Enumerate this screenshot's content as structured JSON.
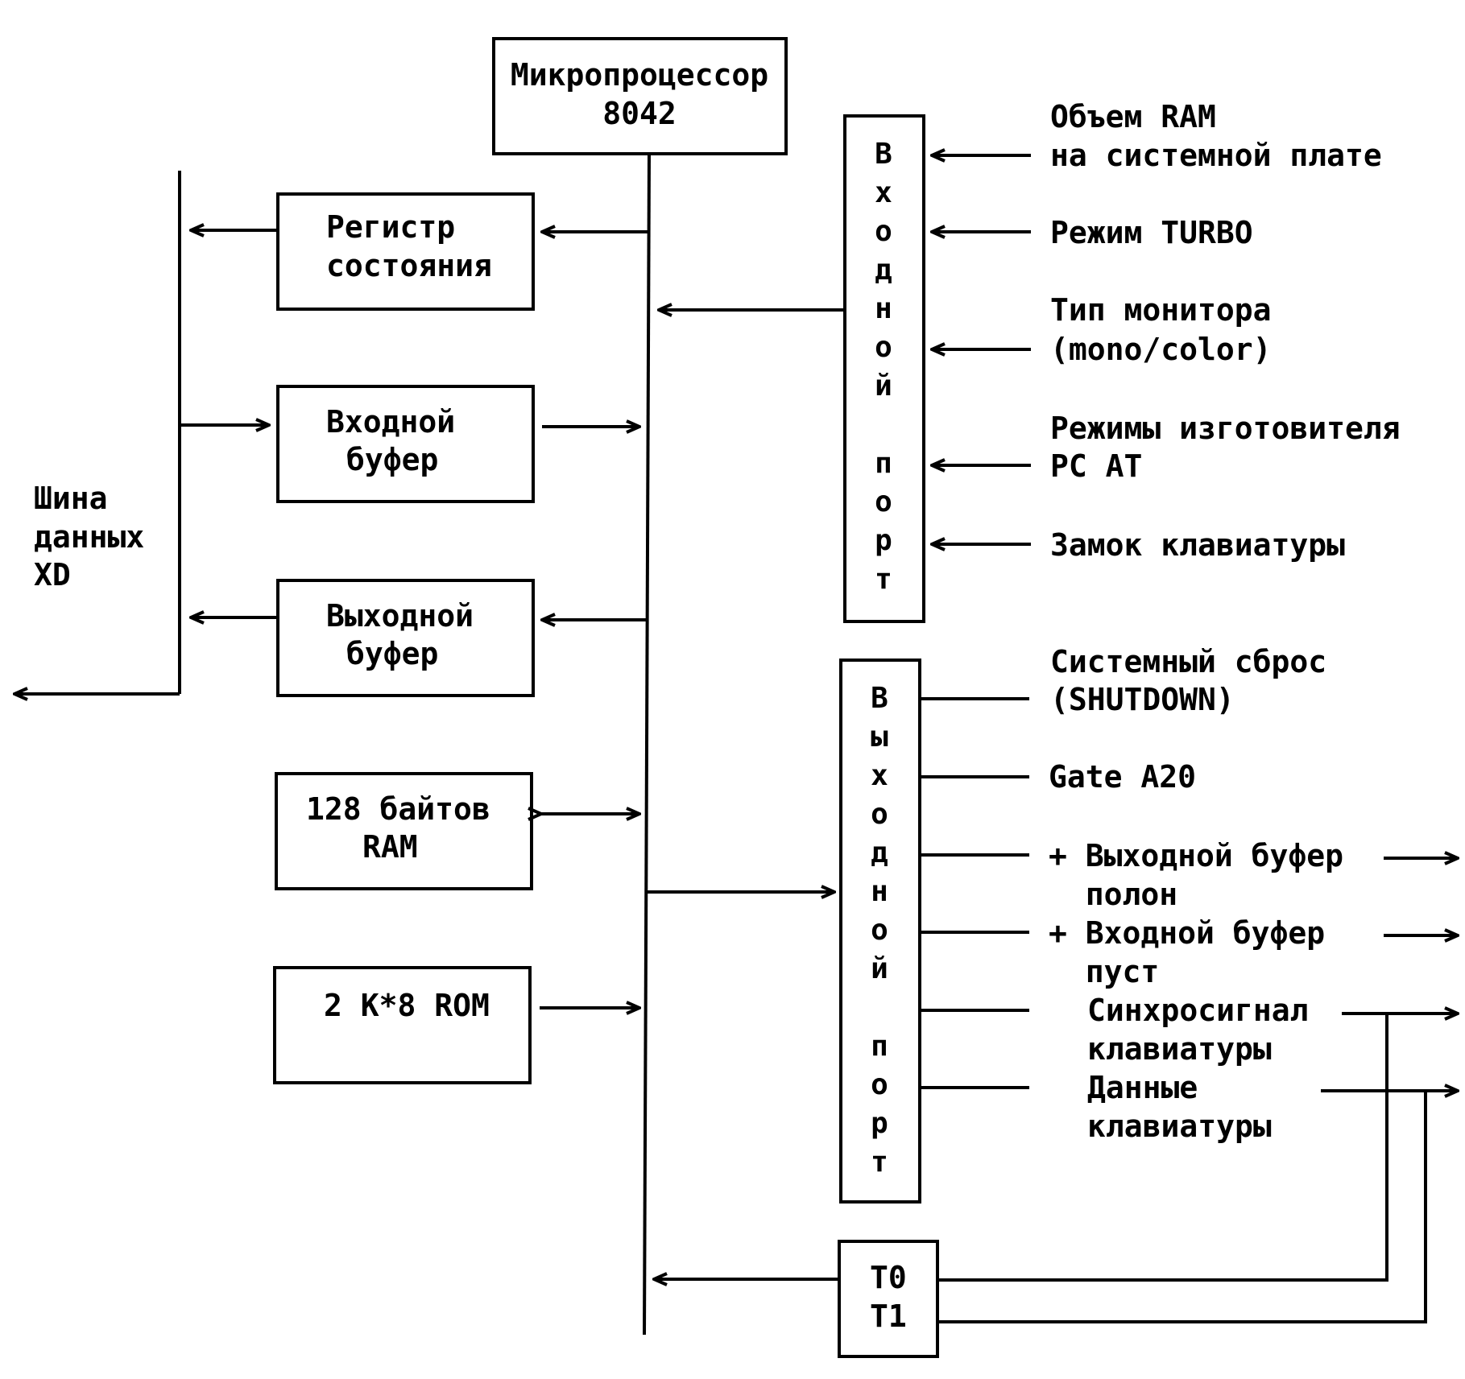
{
  "microprocessor": [
    "Микропроцессор",
    "8042"
  ],
  "status_register": [
    "Регистр",
    "состояния"
  ],
  "input_buffer": [
    "Входной",
    "буфер"
  ],
  "output_buffer": [
    "Выходной",
    "буфер"
  ],
  "ram": [
    "128 байтов",
    "RAM"
  ],
  "rom": [
    "2 K*8 ROM"
  ],
  "data_bus": [
    "Шина",
    "данных",
    "XD"
  ],
  "input_port_letters": [
    "В",
    "х",
    "о",
    "д",
    "н",
    "о",
    "й",
    "п",
    "о",
    "р",
    "т"
  ],
  "output_port_letters": [
    "В",
    "ы",
    "х",
    "о",
    "д",
    "н",
    "о",
    "й",
    "п",
    "о",
    "р",
    "т"
  ],
  "timer_inputs": [
    "T0",
    "T1"
  ],
  "input_signals": {
    "ram_size": [
      "Объем RAM",
      "на системной плате"
    ],
    "turbo": [
      "Режим TURBO"
    ],
    "monitor": [
      "Тип монитора",
      "(mono/color)"
    ],
    "manufacturer": [
      "Режимы изготовителя",
      "PC AT"
    ],
    "keylock": [
      "Замок клавиатуры"
    ]
  },
  "output_signals": {
    "reset": [
      "Системный сброс",
      "(SHUTDOWN)"
    ],
    "gate": [
      "Gate A20"
    ],
    "obf": [
      "+ Выходной буфер",
      "  полон"
    ],
    "ibe": [
      "+ Входной буфер",
      "  пуст"
    ],
    "kbd_clock": [
      "Синхросигнал",
      "клавиатуры"
    ],
    "kbd_data": [
      "Данные",
      "клавиатуры"
    ]
  }
}
